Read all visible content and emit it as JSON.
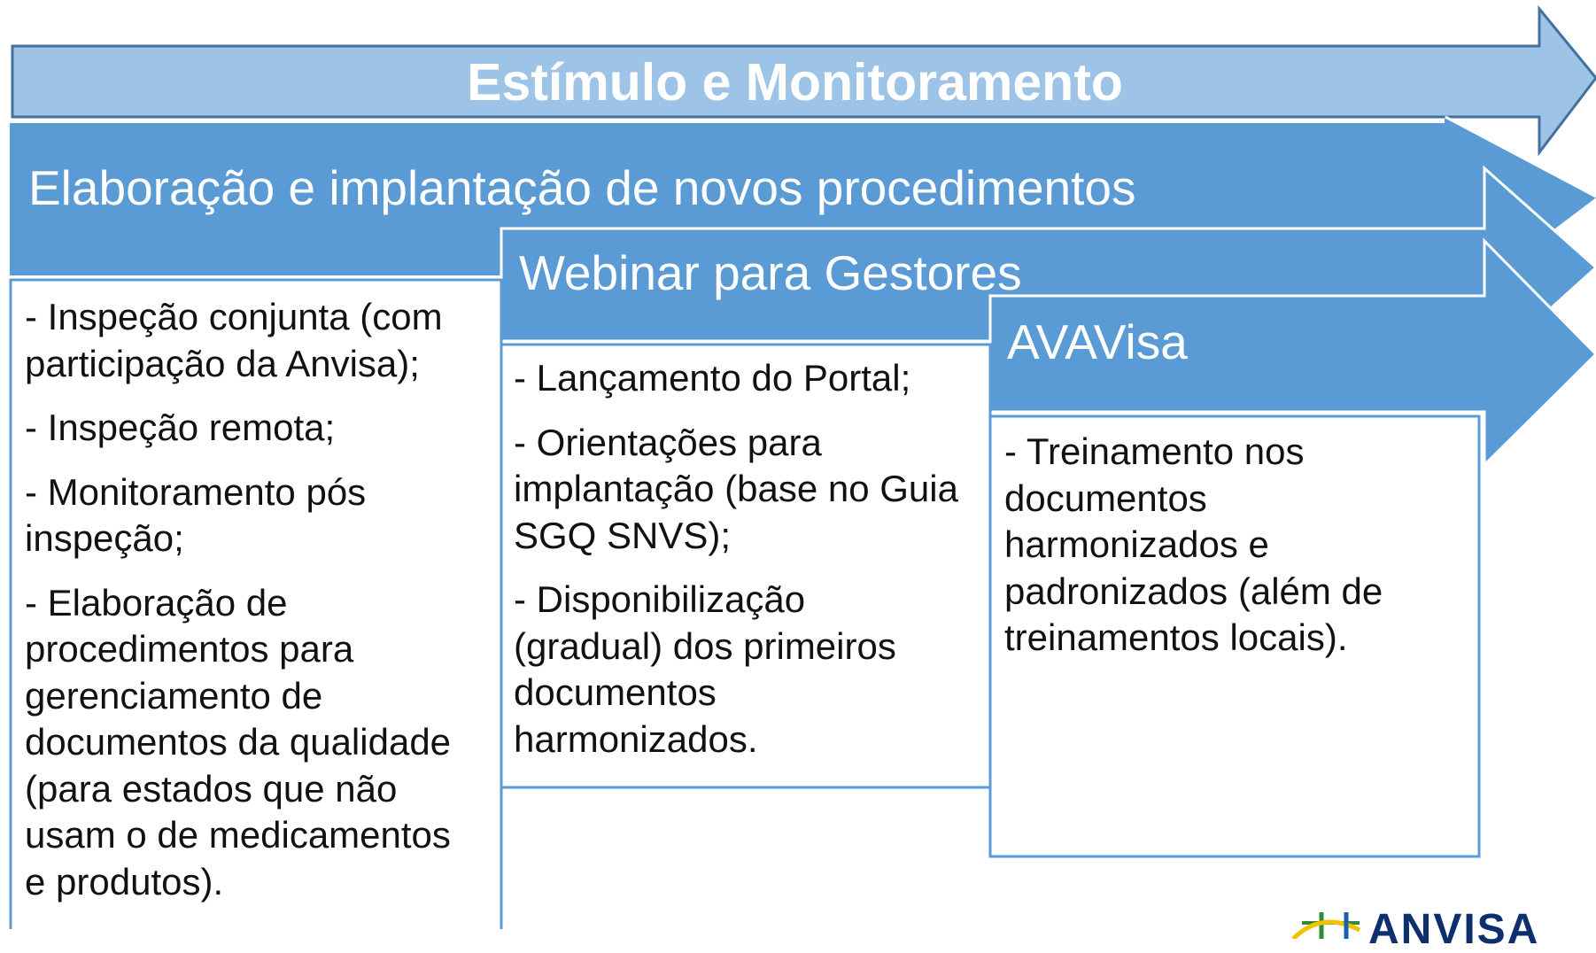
{
  "diagram": {
    "banner_title": "Estímulo e Monitoramento",
    "stages": [
      {
        "title": "Elaboração e implantação de novos procedimentos",
        "items": [
          [
            "- Inspeção conjunta (com",
            "participação da Anvisa);"
          ],
          [
            "- Inspeção remota;"
          ],
          [
            "- Monitoramento pós",
            "inspeção;"
          ],
          [
            "- Elaboração de",
            "procedimentos para",
            "gerenciamento de",
            "documentos da qualidade",
            "(para estados que não",
            "usam o de medicamentos",
            "e produtos)."
          ]
        ]
      },
      {
        "title": "Webinar para Gestores",
        "items": [
          [
            "- Lançamento do Portal;"
          ],
          [
            "- Orientações para",
            "implantação (base no Guia",
            "SGQ SNVS);"
          ],
          [
            "- Disponibilização",
            "(gradual) dos primeiros",
            "documentos",
            "harmonizados."
          ]
        ]
      },
      {
        "title": "AVAVisa",
        "items": [
          [
            "- Treinamento nos",
            "documentos",
            "harmonizados e",
            "padronizados (além de",
            "treinamentos locais)."
          ]
        ]
      }
    ]
  },
  "logo": {
    "text": "ANVISA"
  },
  "colors": {
    "banner": "#9dc3e6",
    "arrow_dark": "#5b9bd5",
    "outline": "#41719c",
    "text_dark": "#111111"
  }
}
